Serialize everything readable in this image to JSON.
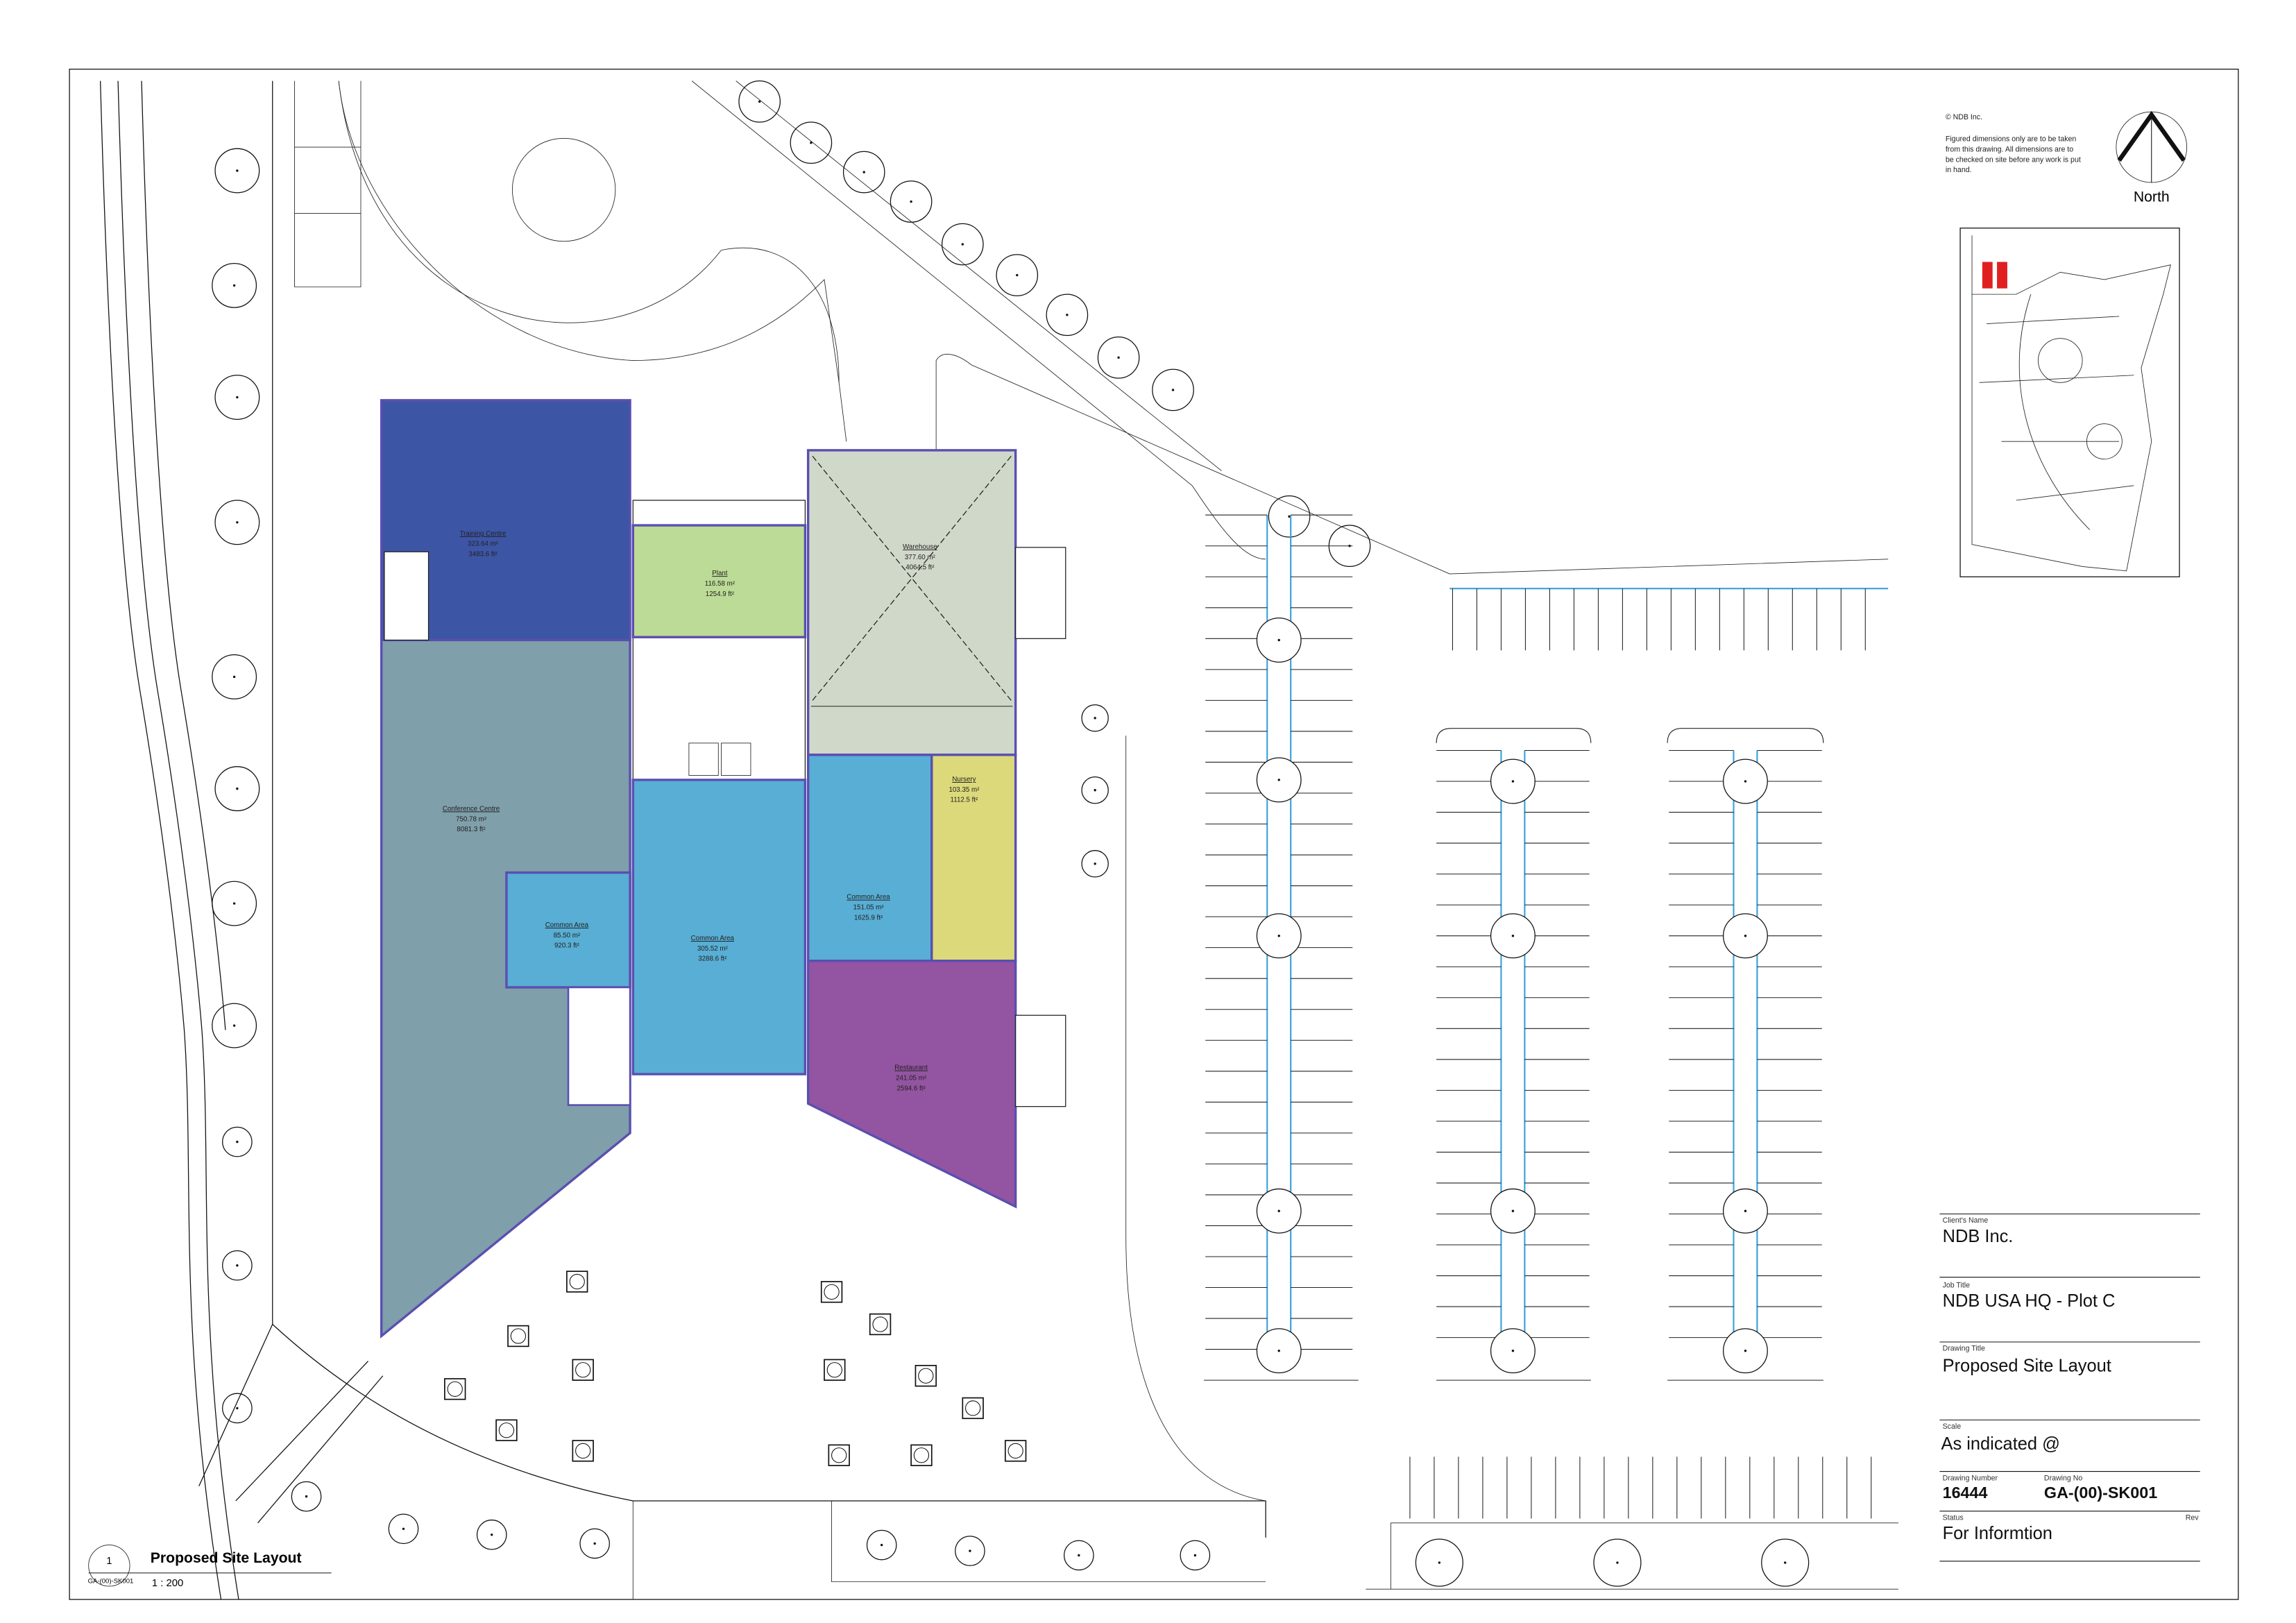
{
  "notes": {
    "copyright": "© NDB Inc.",
    "disclaimer": [
      "Figured dimensions only are to be taken",
      "from this drawing. All dimensions are to",
      "be checked on site before any work is put",
      "in hand."
    ],
    "north_label": "North"
  },
  "rooms": {
    "training": {
      "name": "Training Centre",
      "area_m": "323.64 m²",
      "area_ft": "3483.6 ft²"
    },
    "conference": {
      "name": "Conference Centre",
      "area_m": "750.78 m²",
      "area_ft": "8081.3 ft²"
    },
    "common_small": {
      "name": "Common Area",
      "area_m": "85.50 m²",
      "area_ft": "920.3 ft²"
    },
    "plant": {
      "name": "Plant",
      "area_m": "116.58 m²",
      "area_ft": "1254.9 ft²"
    },
    "common_mid": {
      "name": "Common Area",
      "area_m": "305.52 m²",
      "area_ft": "3288.6 ft²"
    },
    "warehouse": {
      "name": "Warehouse",
      "area_m": "377.60 m²",
      "area_ft": "4064.5 ft²"
    },
    "common_right": {
      "name": "Common Area",
      "area_m": "151.05 m²",
      "area_ft": "1625.9 ft²"
    },
    "nursery": {
      "name": "Nursery",
      "area_m": "103.35 m²",
      "area_ft": "1112.5 ft²"
    },
    "restaurant": {
      "name": "Restaurant",
      "area_m": "241.05 m²",
      "area_ft": "2594.6 ft²"
    }
  },
  "room_colors": {
    "training": "#3d55a5",
    "conference": "#7f9faa",
    "common": "#58aed4",
    "plant": "#bcdb96",
    "warehouse": "#d0d8c9",
    "nursery": "#dcd97a",
    "restaurant": "#9354a1",
    "walls": "#5a4fb0",
    "parking": "#3aa0d8",
    "site_marker": "#e02020"
  },
  "view_title": {
    "number": "1",
    "sheet": "GA-(00)-SK001",
    "title": "Proposed Site Layout",
    "scale": "1 : 200"
  },
  "title_block": {
    "client_label": "Client's Name",
    "client": "NDB Inc.",
    "job_label": "Job Title",
    "job": "NDB USA HQ - Plot C",
    "drawing_title_label": "Drawing Title",
    "drawing_title": "Proposed Site Layout",
    "scale_label": "Scale",
    "scale": "As indicated @",
    "drawing_number_label": "Drawing Number",
    "drawing_number": "16444",
    "drawing_no_label": "Drawing No",
    "drawing_no": "GA-(00)-SK001",
    "status_label": "Status",
    "status": "For Informtion",
    "rev_label": "Rev"
  }
}
